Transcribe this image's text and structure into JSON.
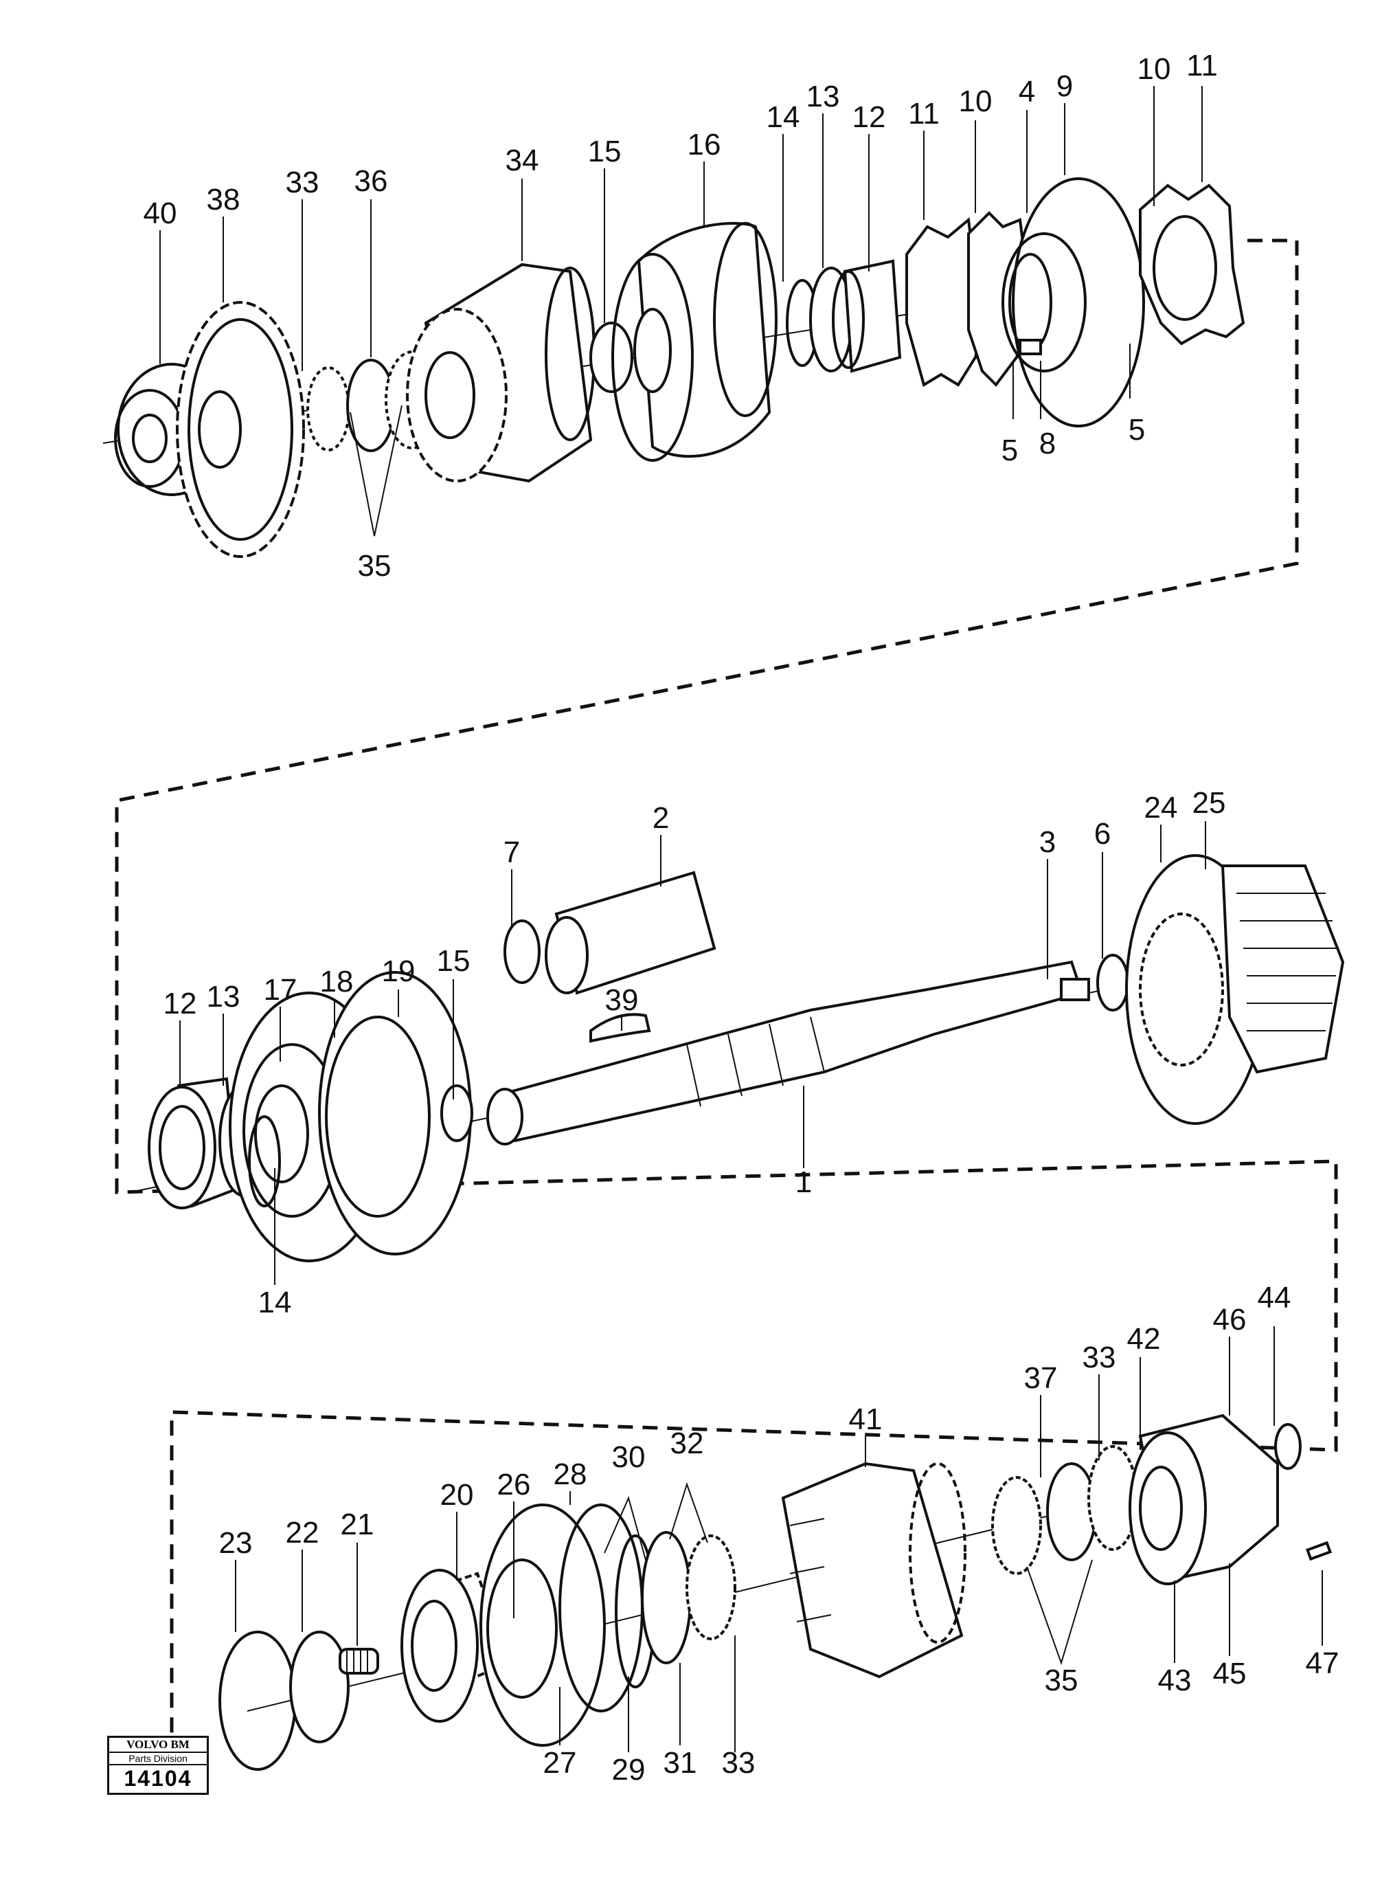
{
  "logo": {
    "brand": "VOLVO BM",
    "division": "Parts Division",
    "drawing_number": "14104"
  },
  "callouts": {
    "top": [
      "40",
      "38",
      "33",
      "36",
      "34",
      "15",
      "16",
      "14",
      "13",
      "12",
      "11",
      "10",
      "4",
      "9",
      "10",
      "11",
      "5",
      "8",
      "5",
      "35"
    ],
    "middle": [
      "2",
      "7",
      "39",
      "3",
      "6",
      "24",
      "25",
      "12",
      "13",
      "17",
      "18",
      "19",
      "15",
      "1",
      "14"
    ],
    "bottom": [
      "41",
      "37",
      "33",
      "42",
      "46",
      "44",
      "23",
      "22",
      "21",
      "20",
      "26",
      "28",
      "30",
      "32",
      "27",
      "29",
      "31",
      "33",
      "35",
      "43",
      "45",
      "47"
    ]
  }
}
